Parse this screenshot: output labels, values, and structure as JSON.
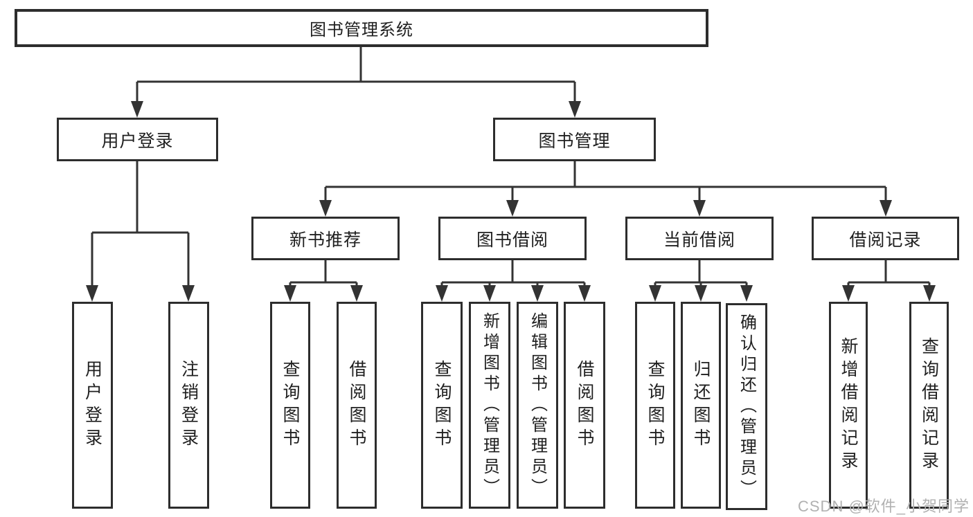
{
  "diagram": {
    "background_color": "#ffffff",
    "line_color": "#333333",
    "text_color": "#1f1f1f",
    "root": {
      "label": "图书管理系统"
    },
    "level2": [
      {
        "label": "用户登录"
      },
      {
        "label": "图书管理"
      }
    ],
    "level3": [
      {
        "label": "新书推荐"
      },
      {
        "label": "图书借阅"
      },
      {
        "label": "当前借阅"
      },
      {
        "label": "借阅记录"
      }
    ],
    "leaves": {
      "user_login": [
        {
          "label": "用户登录"
        },
        {
          "label": "注销登录"
        }
      ],
      "new_book_recommend": [
        {
          "label": "查询图书"
        },
        {
          "label": "借阅图书"
        }
      ],
      "book_borrow": [
        {
          "label": "查询图书"
        },
        {
          "label": "新增图书（管理员）"
        },
        {
          "label": "编辑图书（管理员）"
        },
        {
          "label": "借阅图书"
        }
      ],
      "current_borrow": [
        {
          "label": "查询图书"
        },
        {
          "label": "归还图书"
        },
        {
          "label": "确认归还（管理员）"
        }
      ],
      "borrow_record": [
        {
          "label": "新增借阅记录"
        },
        {
          "label": "查询借阅记录"
        }
      ]
    },
    "watermark": {
      "text": "CSDN @软件_小贺同学",
      "color": "#b1b1b1"
    }
  }
}
